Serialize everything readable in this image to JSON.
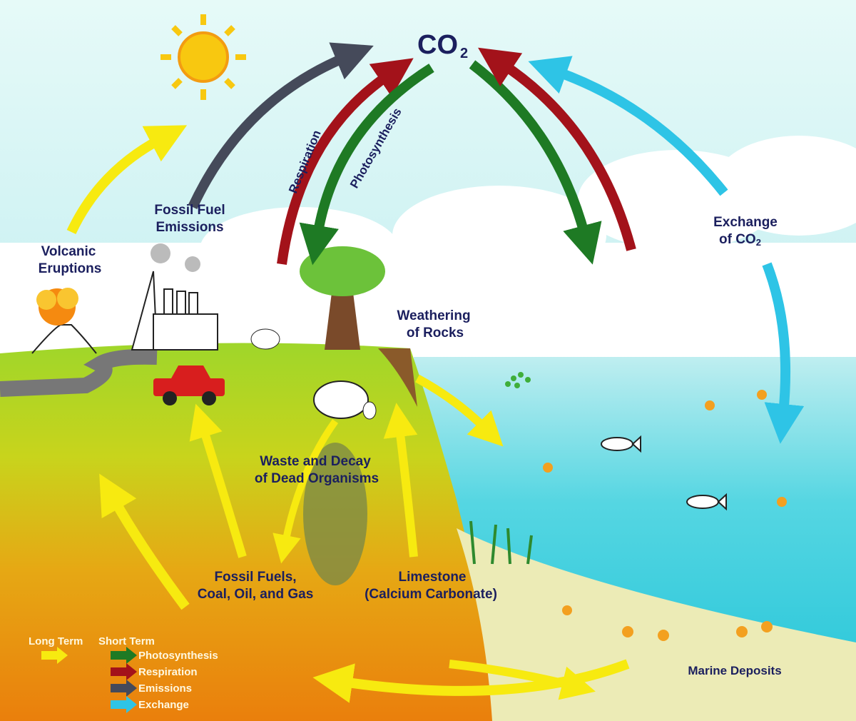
{
  "title": {
    "main": "CO",
    "sub": "2"
  },
  "labels": {
    "volcanic": [
      "Volcanic",
      "Eruptions"
    ],
    "fossil_emissions": [
      "Fossil Fuel",
      "Emissions"
    ],
    "respiration": "Respiration",
    "photosynthesis": "Photosynthesis",
    "exchange": [
      "Exchange",
      "of CO",
      "2"
    ],
    "weathering": [
      "Weathering",
      "of Rocks"
    ],
    "waste": [
      "Waste and Decay",
      "of Dead Organisms"
    ],
    "fossil_fuels": [
      "Fossil Fuels,",
      "Coal, Oil, and Gas"
    ],
    "limestone": [
      "Limestone",
      "(Calcium Carbonate)"
    ],
    "marine": "Marine Deposits"
  },
  "legend": {
    "long_term": "Long Term",
    "short_term": "Short Term",
    "items": [
      {
        "label": "Photosynthesis",
        "color": "#1e7a24"
      },
      {
        "label": "Respiration",
        "color": "#a3121a"
      },
      {
        "label": "Emissions",
        "color": "#454a5a"
      },
      {
        "label": "Exchange",
        "color": "#2ec4e6"
      }
    ],
    "long_term_color": "#f7ea10"
  }
}
